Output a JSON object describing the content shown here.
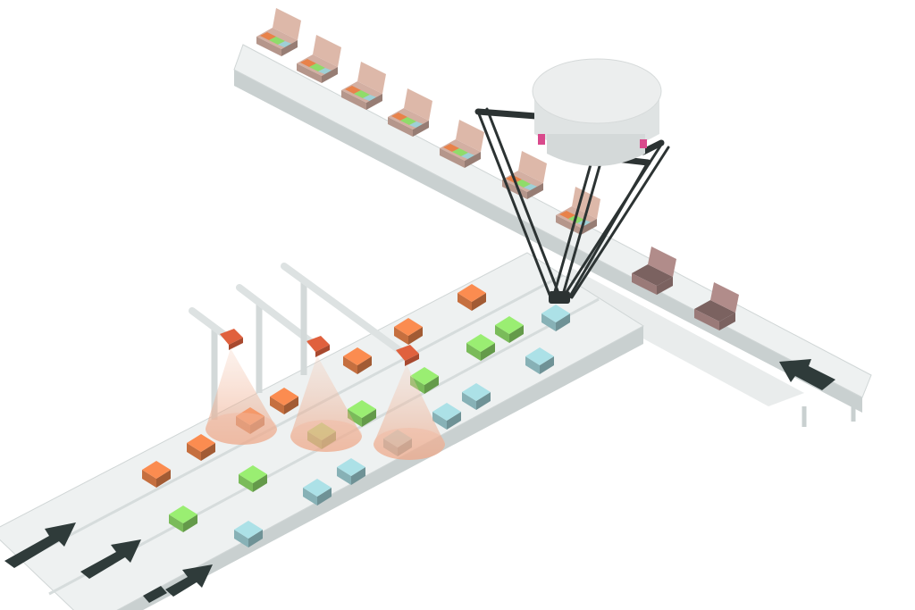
{
  "scene": {
    "description_visible_text": "",
    "colors": {
      "background": "#ffffff",
      "conveyor_top": "#eef1f1",
      "conveyor_side": "#c9d0d0",
      "lane_divider": "#d6dcdc",
      "arrow": "#2f3b3a",
      "item_orange": "#e8824a",
      "item_green": "#8fdc6a",
      "item_blue": "#9fd0d6",
      "tray": "#c9a79a",
      "tray_empty": "#9a7a78",
      "robot_body": "#eceeee",
      "robot_arm": "#2c3333",
      "robot_accent": "#d94a8c",
      "camera": "#e0613e",
      "light_cone": "#f1b9a0"
    },
    "main_conveyor": {
      "lanes": [
        "orange",
        "green",
        "blue"
      ],
      "flow_direction": "up-right"
    },
    "output_conveyor": {
      "flow_direction": "up-left",
      "filled_trays": 7,
      "empty_trays": 2
    },
    "cameras": 3,
    "robot": "delta-picker"
  }
}
